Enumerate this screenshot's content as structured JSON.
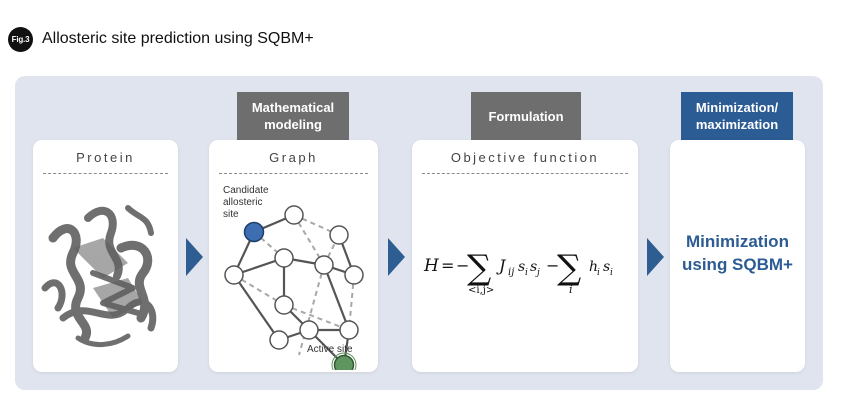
{
  "header": {
    "badge": "Fig.3",
    "title": "Allosteric site prediction using SQBM+"
  },
  "steps": [
    {
      "label_line1": "Mathematical",
      "label_line2": "modeling"
    },
    {
      "label_line1": "Formulation",
      "label_line2": ""
    },
    {
      "label_line1": "Minimization/",
      "label_line2": "maximization"
    }
  ],
  "cards": {
    "protein": {
      "title": "Protein"
    },
    "graph": {
      "title": "Graph",
      "candidate_label": [
        "Candidate",
        "allosteric",
        "site"
      ],
      "active_label": "Active site"
    },
    "objective": {
      "title": "Objective function",
      "formula": {
        "lhs": "H",
        "eq": "=",
        "minus": "−",
        "sum1_sub": "<i,j>",
        "term1": "J",
        "term1_sub": "ij",
        "s_i": "s",
        "s_sub_i": "i",
        "s_j": "s",
        "s_sub_j": "j",
        "sum2_sub": "i",
        "term2": "h",
        "term2_sub": "i",
        "term2_s": "s",
        "term2_s_sub": "i"
      }
    },
    "result": {
      "line1": "Minimization",
      "line2": "using SQBM+"
    }
  },
  "colors": {
    "panel_bg": "#dfe4ee",
    "accent_blue": "#2b5c93",
    "step_gray": "#6e6e6e",
    "candidate_node": "#3d6fb0",
    "active_node": "#5f9660"
  },
  "icons": {
    "protein": "protein-ribbon-structure-image",
    "graph": "node-graph-icon",
    "arrow": "right-triangle-arrow-icon"
  }
}
